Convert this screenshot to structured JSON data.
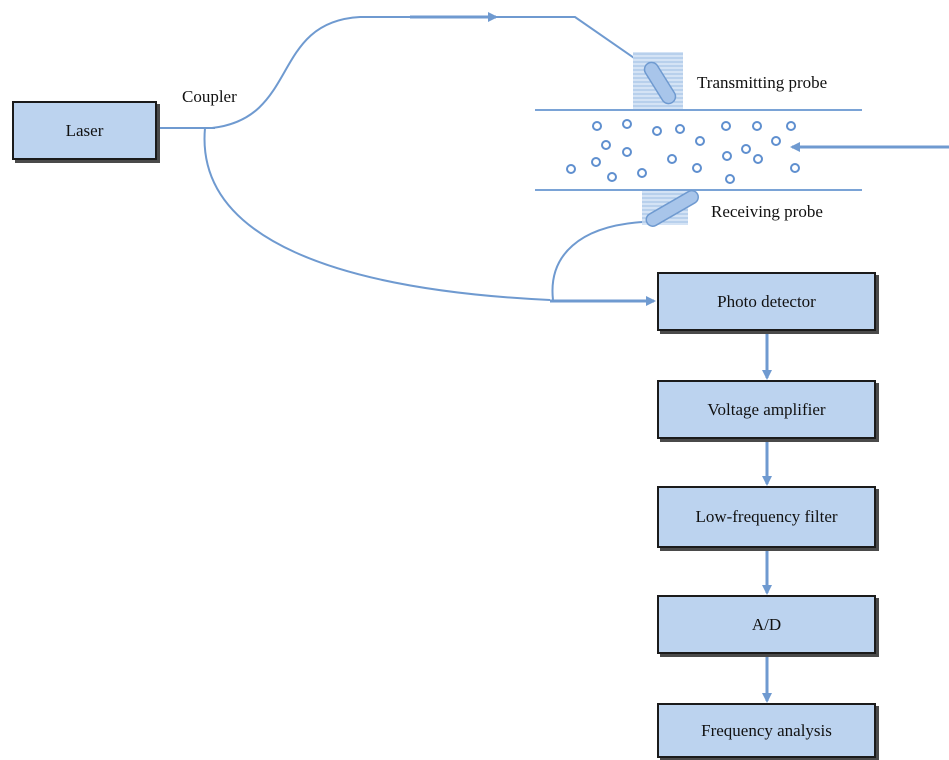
{
  "diagram": {
    "laser": "Laser",
    "coupler": "Coupler",
    "transmitting_probe": "Transmitting probe",
    "receiving_probe": "Receiving probe",
    "photo_detector": "Photo detector",
    "voltage_amplifier": "Voltage amplifier",
    "low_frequency_filter": "Low-frequency filter",
    "ad": "A/D",
    "frequency_analysis": "Frequency analysis"
  },
  "colors": {
    "line": "#6f9ad0",
    "box_fill": "#bcd3ef",
    "box_border": "#1b1b1b",
    "pipe": "#7aa3d6"
  }
}
